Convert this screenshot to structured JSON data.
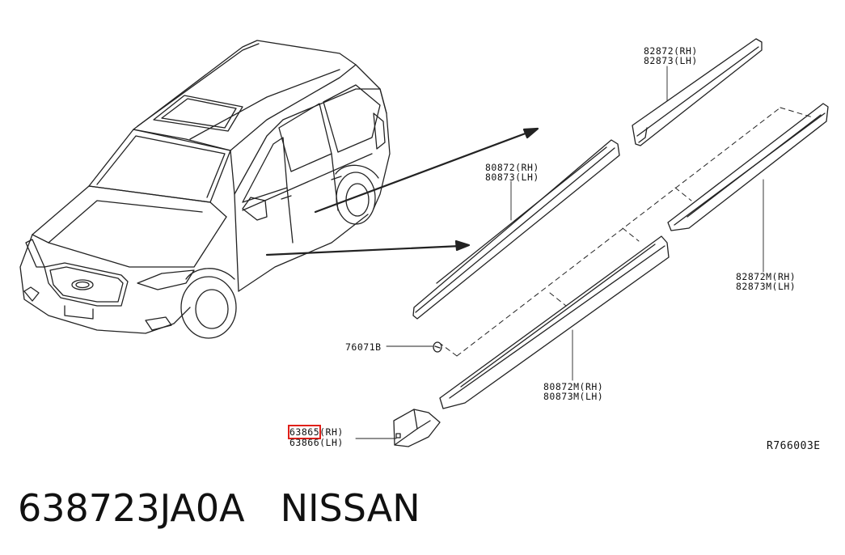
{
  "diagram": {
    "labels": {
      "upper_molding_front": {
        "rh": "82872(RH)",
        "lh": "82873(LH)"
      },
      "lower_molding_front": {
        "rh": "80872(RH)",
        "lh": "80873(LH)"
      },
      "upper_molding_rear": {
        "rh": "82872M(RH)",
        "lh": "82873M(LH)"
      },
      "lower_molding_rear": {
        "rh": "80872M(RH)",
        "lh": "80873M(LH)"
      },
      "clip": "76071B",
      "bracket": {
        "part": "63865",
        "rh": "(RH)",
        "lh": "63866(LH)"
      }
    },
    "reference_code": "R766003E"
  },
  "caption": {
    "part_number": "638723JA0A",
    "manufacturer": "NISSAN"
  }
}
